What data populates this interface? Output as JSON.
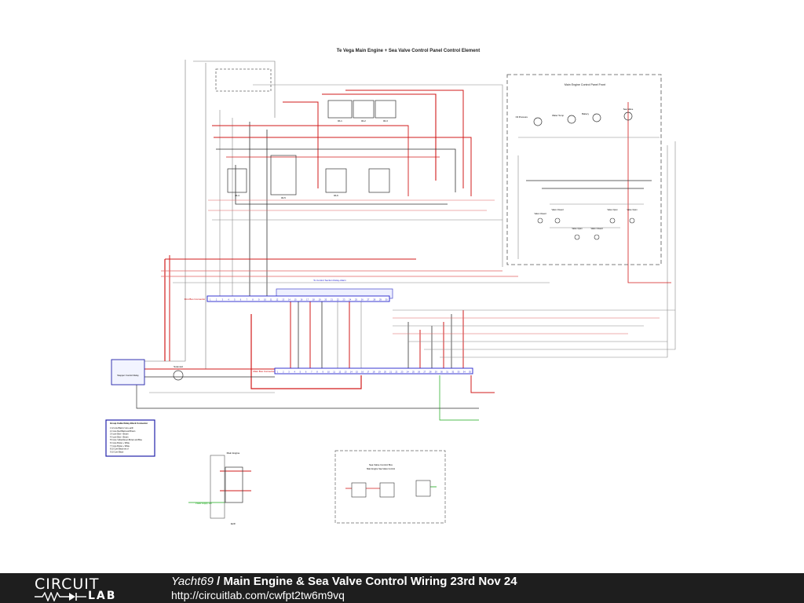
{
  "diagram": {
    "title": "Te Vega Main Engine + Sea Valve Control Panel Control Element",
    "panel_front_label": "Main Engine Control Panel Front",
    "relay_labels": [
      "RL1",
      "RL2",
      "RL3",
      "RL4",
      "RL5",
      "RL6"
    ],
    "first_bus_label": "First Bus Connector",
    "main_bus_label": "Main Bus Connector",
    "connector_label": "To Control Section Relay-Alarm",
    "stepper_label": "Stepper Control Relay",
    "solenoid_label": "Solenoid",
    "bus_numbers": [
      "1",
      "2",
      "3",
      "4",
      "5",
      "6",
      "7",
      "8",
      "9",
      "10",
      "11",
      "12",
      "13",
      "14",
      "15",
      "16",
      "17",
      "18",
      "19",
      "20",
      "21",
      "22",
      "23",
      "24",
      "25",
      "26",
      "27",
      "28",
      "29",
      "30",
      "31",
      "32",
      "33",
      "34",
      "35"
    ],
    "gauge_labels": [
      "Oil Pressure",
      "Water Temp",
      "Battery",
      "Sea Valve"
    ],
    "lamp_labels": [
      "Valve Closed",
      "Valve Closed",
      "Valve Open",
      "Valve Open",
      "Valve Open",
      "Valve Closed"
    ],
    "legend_title": "Group Cable Relay Block Connector",
    "legend_lines": [
      "12 core Black 2 core earth",
      "2 core Red Black and Brown",
      "6 core Blue + Brown",
      "6 core Blue + Brown",
      "6 core Yellow/Green Brown and Blue",
      "3 core Brown + White",
      "3 core Brown + White",
      "10 Core Black set of",
      "10 Core Black"
    ],
    "engine_box_label": "Main Engine",
    "sea_valve_box_label": "Sea Valve Control Box",
    "sea_valve_sub_label": "Main Engine Sea Valve Control",
    "power_note": "Power supply 12V",
    "earth_note": "Earth"
  },
  "footer": {
    "logo_top": "CIRCUIT",
    "logo_bottom": "LAB",
    "author": "Yacht69",
    "separator": " / ",
    "circuit_title": "Main Engine & Sea Valve Control Wiring 23rd Nov 24",
    "url": "http://circuitlab.com/cwfpt2tw6m9vq"
  }
}
